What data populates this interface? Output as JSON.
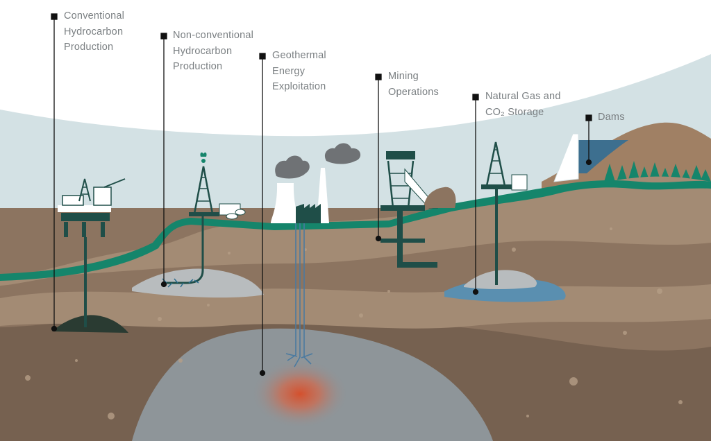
{
  "callouts": [
    {
      "id": "conventional",
      "lines": [
        "Conventional",
        "Hydrocarbon",
        "Production"
      ]
    },
    {
      "id": "nonconventional",
      "lines": [
        "Non-conventional",
        "Hydrocarbon",
        "Production"
      ]
    },
    {
      "id": "geothermal",
      "lines": [
        "Geothermal",
        "Energy",
        "Exploitation"
      ]
    },
    {
      "id": "mining",
      "lines": [
        "Mining",
        "Operations"
      ]
    },
    {
      "id": "gas-storage",
      "lines": [
        "Natural Gas and",
        "CO₂ Storage"
      ]
    },
    {
      "id": "dams",
      "lines": [
        "Dams"
      ]
    }
  ],
  "colors": {
    "sky": "#d3e1e4",
    "cloud": "#ffffff",
    "sea": "#3d6f8f",
    "green": "#15856b",
    "soil_top": "#a38b74",
    "soil_mid": "#8c7460",
    "soil_dark": "#766150",
    "rock": "#8e9599",
    "hot": "#d4502d",
    "structure": "#1f4e48",
    "marker": "#111111"
  }
}
